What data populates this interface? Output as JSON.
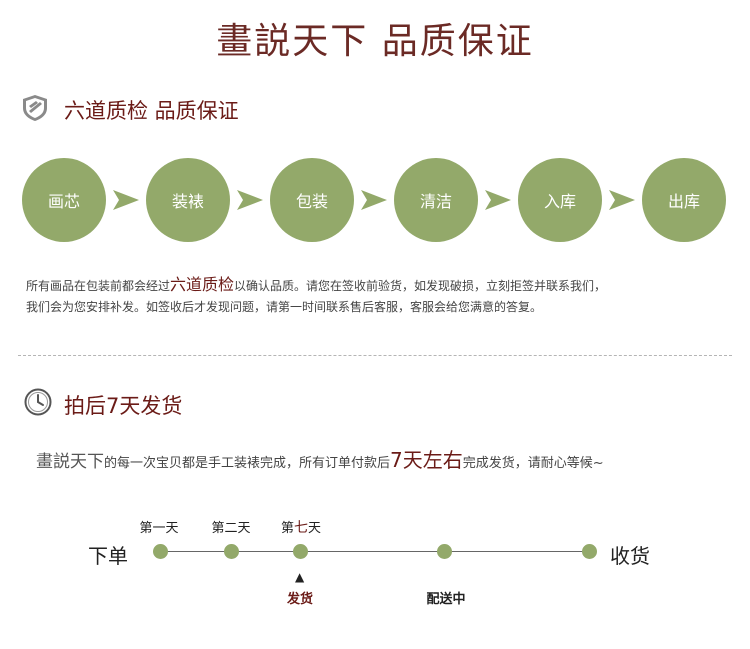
{
  "header": {
    "title": "畫説天下  品质保证"
  },
  "quality": {
    "title": "六道质检  品质保证",
    "steps": [
      "画芯",
      "装裱",
      "包装",
      "清洁",
      "入库",
      "出库"
    ],
    "para_line1_before": "所有画品在包装前都会经过",
    "para_line1_highlight": "六道质检",
    "para_line1_after": "以确认品质。请您在签收前验货，如发现破损，立刻拒签并联系我们，",
    "para_line2": "我们会为您安排补发。如签收后才发现问题，请第一时间联系售后客服，客服会给您满意的答复。"
  },
  "shipping": {
    "title": "拍后7天发货",
    "brand": "畫説天下",
    "text_before": "的每一次宝贝都是手工装裱完成，所有订单付款后",
    "highlight": "7天左右",
    "text_after": "完成发货，请耐心等候~"
  },
  "timeline": {
    "start_label": "下单",
    "end_label": "收货",
    "day1": "第一天",
    "day2": "第二天",
    "day7_prefix": "第",
    "day7_number": "七",
    "day7_suffix": "天",
    "ship_marker": "▲",
    "ship_status": "发货",
    "delivery_status": "配送中"
  },
  "colors": {
    "accent_red": "#6b1b17",
    "circle_green": "#93a96a"
  }
}
